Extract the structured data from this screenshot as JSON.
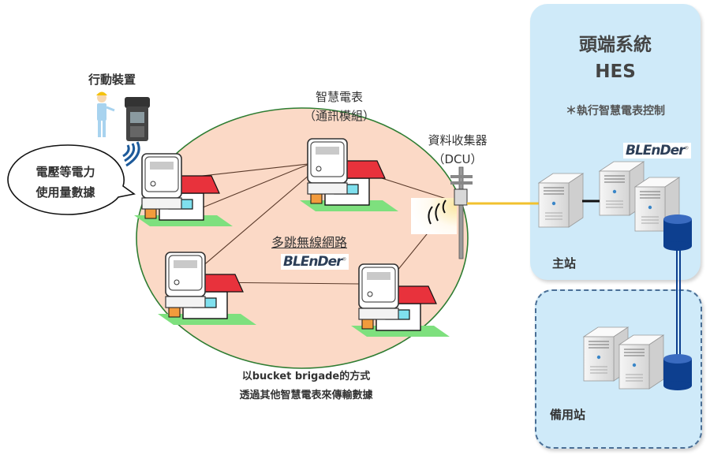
{
  "mobile_device": {
    "label": "行動裝置"
  },
  "speech_bubble": {
    "line1": "電壓等電力",
    "line2": "使用量數據"
  },
  "smart_meter": {
    "line1": "智慧電表",
    "line2": "（通訊模組）"
  },
  "dcu": {
    "line1": "資料收集器",
    "line2": "（DCU）"
  },
  "mesh_network": {
    "label": "多跳無線網路",
    "logo": "BLEnDer"
  },
  "bucket_note": {
    "line1": "以bucket brigade的方式",
    "line2": "透過其他智慧電表來傳輸數據"
  },
  "hes": {
    "title_line1": "頭端系統",
    "title_line2": "HES",
    "note": "＊執行智慧電表控制",
    "logo": "BLEnDer",
    "main_station": "主站",
    "backup_station": "備用站"
  },
  "colors": {
    "circle_fill": "#fbd9c6",
    "circle_stroke": "#2e7d32",
    "panel_fill": "#cfeaf9",
    "backup_border": "#4a6f96",
    "dcu_link": "#f2c12e",
    "db_blue": "#0d3f8f",
    "roof_red": "#e8323c",
    "lawn_green": "#7ee07e"
  }
}
